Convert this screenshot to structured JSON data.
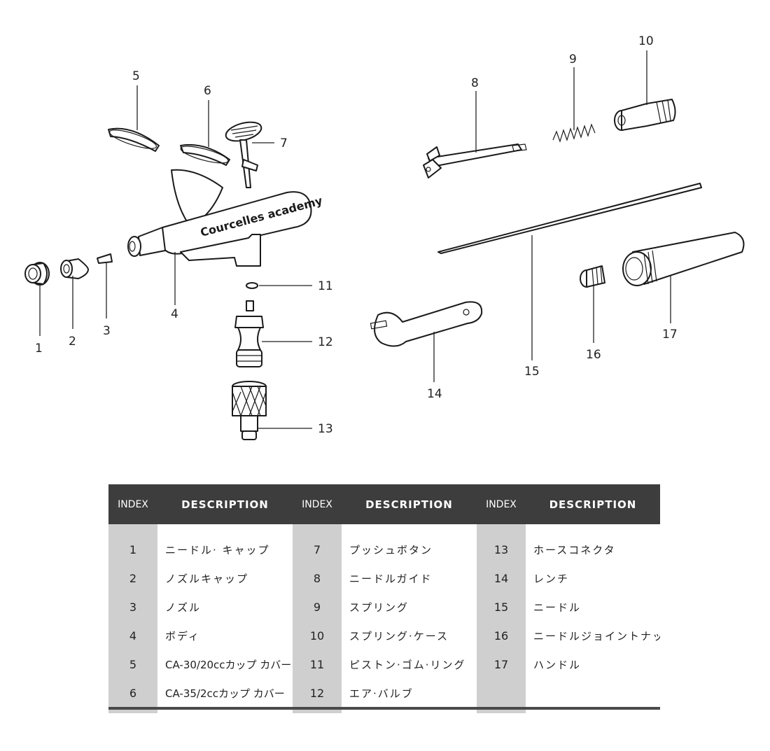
{
  "diagram": {
    "brand_text": "Courcelles academy",
    "callouts": [
      "1",
      "2",
      "3",
      "4",
      "5",
      "6",
      "7",
      "8",
      "9",
      "10",
      "11",
      "12",
      "13",
      "14",
      "15",
      "16",
      "17"
    ]
  },
  "table": {
    "header": {
      "index_label": "INDEX",
      "description_label": "DESCRIPTION"
    },
    "rows": [
      {
        "index": "1",
        "description": "ニードル· キャップ"
      },
      {
        "index": "2",
        "description": "ノズルキャップ"
      },
      {
        "index": "3",
        "description": "ノズル"
      },
      {
        "index": "4",
        "description": "ボディ"
      },
      {
        "index": "5",
        "description": "CA-30/20ccカップ カバー"
      },
      {
        "index": "6",
        "description": "CA-35/2ccカップ カバー"
      },
      {
        "index": "7",
        "description": "プッシュボタン"
      },
      {
        "index": "8",
        "description": "ニードルガイド"
      },
      {
        "index": "9",
        "description": "スプリング"
      },
      {
        "index": "10",
        "description": "スプリング·ケース"
      },
      {
        "index": "11",
        "description": "ピストン·ゴム·リング"
      },
      {
        "index": "12",
        "description": "エア·バルブ"
      },
      {
        "index": "13",
        "description": "ホースコネクタ"
      },
      {
        "index": "14",
        "description": "レンチ"
      },
      {
        "index": "15",
        "description": "ニードル"
      },
      {
        "index": "16",
        "description": "ニードルジョイントナット"
      },
      {
        "index": "17",
        "description": "ハンドル"
      }
    ]
  },
  "colors": {
    "header_bg": "#3d3d3d",
    "index_cell_bg": "#cfcfcf",
    "line": "#1a1a1a"
  }
}
